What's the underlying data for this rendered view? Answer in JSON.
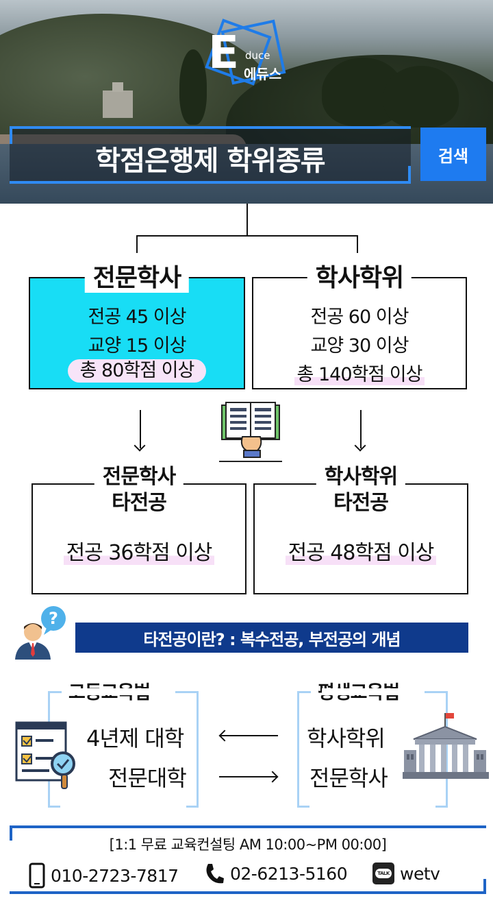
{
  "header": {
    "logo_letter": "E",
    "logo_sub": "duce",
    "logo_korean": "에듀스",
    "title": "학점은행제 학위종류",
    "search_label": "검색",
    "accent_color": "#2f8bf3"
  },
  "degrees": [
    {
      "title": "전문학사",
      "lines": [
        "전공 45 이상",
        "교양 15 이상"
      ],
      "total": "총 80학점 이상",
      "fill": "#18ddf5"
    },
    {
      "title": "학사학위",
      "lines": [
        "전공 60 이상",
        "교양 30 이상"
      ],
      "total": "총 140학점 이상",
      "fill": "#ffffff"
    }
  ],
  "other_majors": [
    {
      "title_line1": "전문학사",
      "title_line2": "타전공",
      "requirement": "전공 36학점 이상"
    },
    {
      "title_line1": "학사학위",
      "title_line2": "타전공",
      "requirement": "전공 48학점 이상"
    }
  ],
  "question_banner": "타전공이란? : 복수전공, 부전공의 개념",
  "laws": {
    "left_title": "고등교육법",
    "left_items": [
      "4년제 대학",
      "전문대학"
    ],
    "right_title": "평생교육법",
    "right_items": [
      "학사학위",
      "전문학사"
    ]
  },
  "contact": {
    "hours": "[1:1 무료 교육컨설팅 AM 10:00~PM 00:00]",
    "mobile": "010-2723-7817",
    "phone": "02-6213-5160",
    "kakao_badge": "TALK",
    "kakao_id": "wetv"
  }
}
